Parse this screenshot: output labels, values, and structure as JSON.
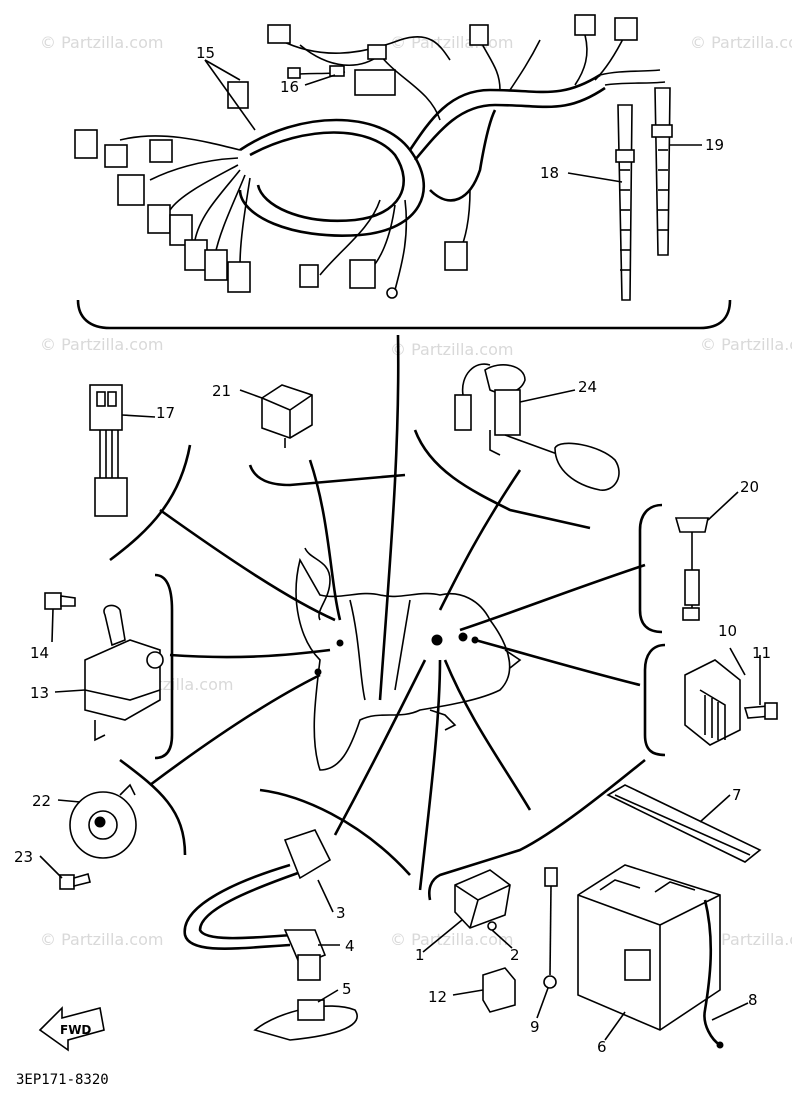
{
  "watermarks": [
    "© Partzilla.com"
  ],
  "callouts": [
    {
      "num": "1"
    },
    {
      "num": "2"
    },
    {
      "num": "3"
    },
    {
      "num": "4"
    },
    {
      "num": "5"
    },
    {
      "num": "6"
    },
    {
      "num": "7"
    },
    {
      "num": "8"
    },
    {
      "num": "9"
    },
    {
      "num": "10"
    },
    {
      "num": "11"
    },
    {
      "num": "12"
    },
    {
      "num": "13"
    },
    {
      "num": "14"
    },
    {
      "num": "15"
    },
    {
      "num": "16"
    },
    {
      "num": "17"
    },
    {
      "num": "18"
    },
    {
      "num": "19"
    },
    {
      "num": "20"
    },
    {
      "num": "21"
    },
    {
      "num": "22"
    },
    {
      "num": "23"
    },
    {
      "num": "24"
    }
  ],
  "fwd_label": "FWD",
  "diagram_code": "3EP171-8320"
}
